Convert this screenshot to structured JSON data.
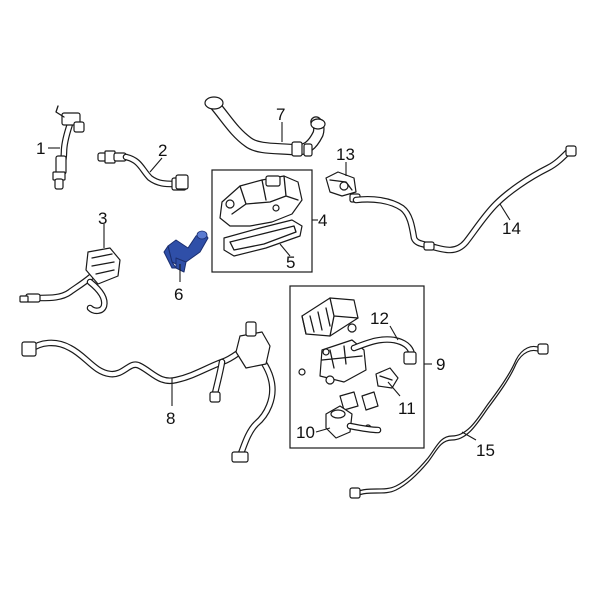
{
  "diagram": {
    "callouts": [
      {
        "id": "1",
        "label": "1"
      },
      {
        "id": "2",
        "label": "2"
      },
      {
        "id": "3",
        "label": "3"
      },
      {
        "id": "4",
        "label": "4"
      },
      {
        "id": "5",
        "label": "5"
      },
      {
        "id": "6",
        "label": "6"
      },
      {
        "id": "7",
        "label": "7"
      },
      {
        "id": "8",
        "label": "8"
      },
      {
        "id": "9",
        "label": "9"
      },
      {
        "id": "10",
        "label": "10"
      },
      {
        "id": "11",
        "label": "11"
      },
      {
        "id": "12",
        "label": "12"
      },
      {
        "id": "13",
        "label": "13"
      },
      {
        "id": "14",
        "label": "14"
      },
      {
        "id": "15",
        "label": "15"
      }
    ],
    "highlighted_part": "6",
    "highlight_color": "#2f4fa8",
    "line_color": "#1a1a1a",
    "background_color": "#ffffff"
  }
}
